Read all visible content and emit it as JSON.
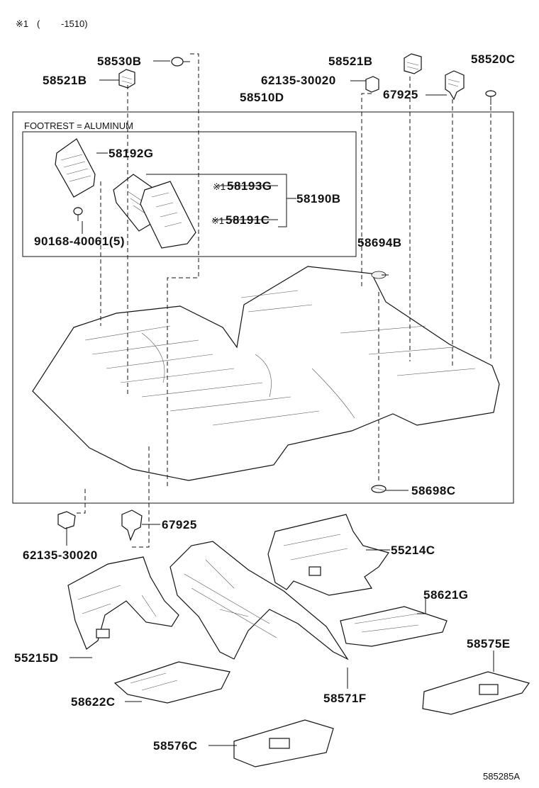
{
  "header": {
    "mark": "※1",
    "range_open": "(",
    "range_end": "-1510)"
  },
  "box": {
    "inner_title": "FOOTREST = ALUMINUM"
  },
  "labels": {
    "p58530B": "58530B",
    "p58521B_left": "58521B",
    "p58521B_right": "58521B",
    "p62135_top": "62135-30020",
    "p58520C": "58520C",
    "p67925_top": "67925",
    "p58510D": "58510D",
    "p58192G": "58192G",
    "p58193G": "58193G",
    "p58193G_mark": "※1",
    "p58191C": "58191C",
    "p58191C_mark": "※1",
    "p58190B": "58190B",
    "p90168": "90168-40061(5)",
    "p58694B": "58694B",
    "p58698C": "58698C",
    "p62135_bottom": "62135-30020",
    "p67925_bottom": "67925",
    "p55214C": "55214C",
    "p58621G": "58621G",
    "p55215D": "55215D",
    "p58575E": "58575E",
    "p58622C": "58622C",
    "p58571F": "58571F",
    "p58576C": "58576C"
  },
  "footer": {
    "diagram_id": "585285A"
  }
}
